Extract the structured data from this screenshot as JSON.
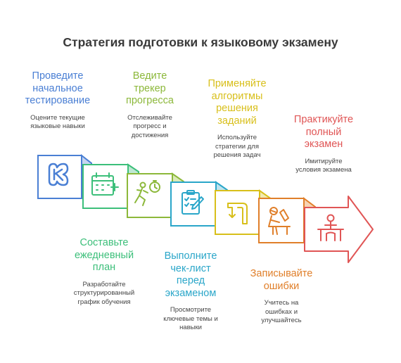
{
  "title": "Стратегия подготовки к языковому экзамену",
  "steps": [
    {
      "title": "Проведите\nначальное\nтестирование",
      "desc": "Оцените текущие\nязыковые навыки",
      "color": "#4a7fd4",
      "icon": "language-icon"
    },
    {
      "title": "Составьте\nежедневный\nплан",
      "desc": "Разработайте\nструктурированный\nграфик обучения",
      "color": "#3cbf7a",
      "icon": "calendar-icon"
    },
    {
      "title": "Ведите\nтрекер\nпрогресса",
      "desc": "Отслеживайте\nпрогресс и\nдостижения",
      "color": "#8cb83a",
      "icon": "runner-stopwatch-icon"
    },
    {
      "title": "Выполните\nчек-лист\nперед\nэкзаменом",
      "desc": "Просмотрите\nключевые темы и\nнавыки",
      "color": "#2aa6c9",
      "icon": "checklist-icon"
    },
    {
      "title": "Применяйте\nалгоритмы\nрешения\nзаданий",
      "desc": "Используйте\nстратегии для\nрешения задач",
      "color": "#d8bf1a",
      "icon": "path-icon"
    },
    {
      "title": "Записывайте\nошибки",
      "desc": "Учитесь на\nошибках и\nулучшайтесь",
      "color": "#e07f2a",
      "icon": "writing-person-icon"
    },
    {
      "title": "Практикуйте\nполный\nэкзамен",
      "desc": "Имитируйте\nусловия экзамена",
      "color": "#e05555",
      "icon": "exam-desk-icon"
    }
  ]
}
